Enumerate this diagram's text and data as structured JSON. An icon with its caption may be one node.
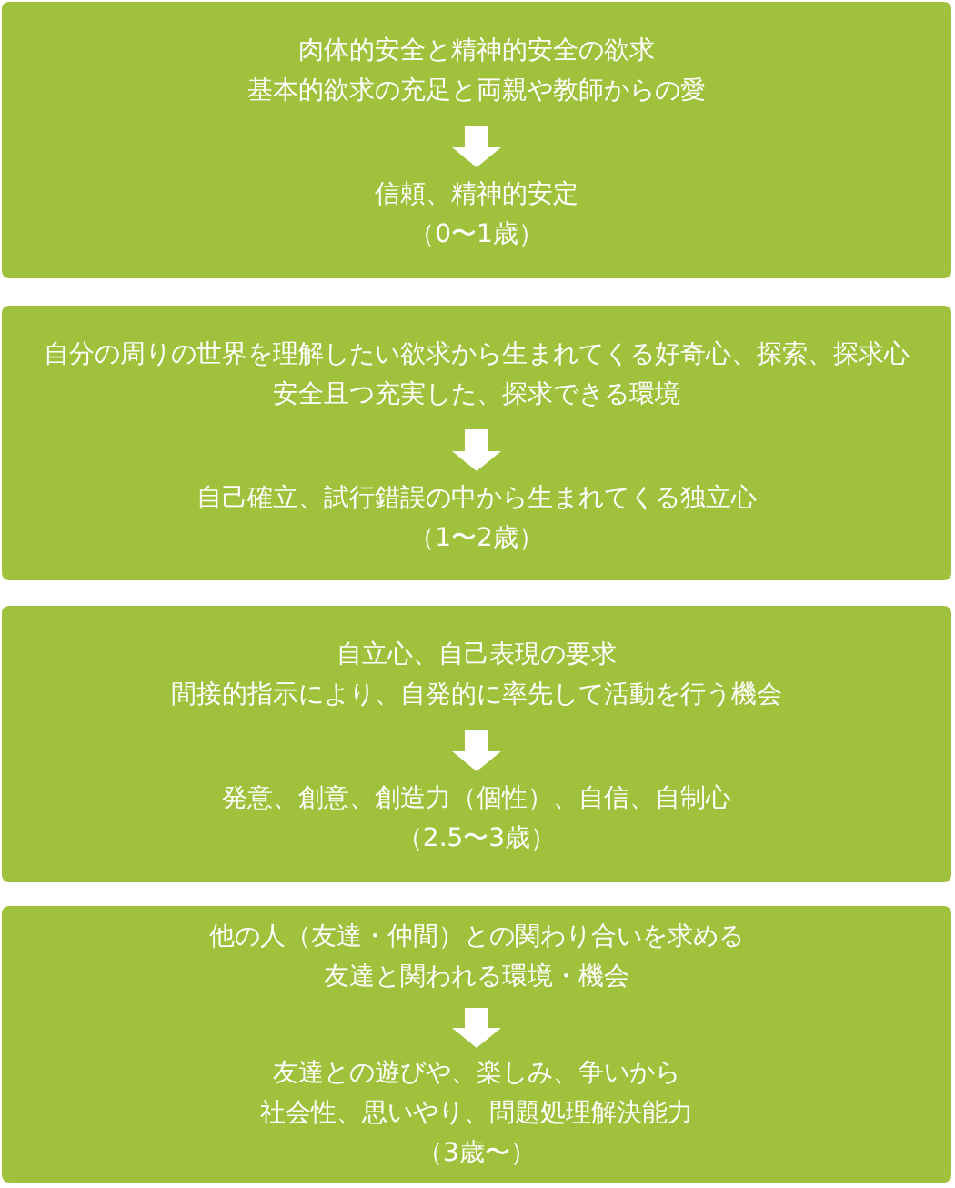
{
  "diagram": {
    "nodes": [
      {
        "text": [],
        "shape": "box"
      },
      {
        "text": [
          "肉体的安全と精神的安全の欲求",
          "基本的欲求の充足と両親や教師からの愛"
        ],
        "in": 0
      },
      {
        "text": [
          "信頼、精神的安定",
          "（0〜1歳）"
        ],
        "in": 0
      },
      {
        "text": [],
        "shape": "box"
      },
      {
        "text": [
          "自分の周りの世界を理解したい欲求から生まれてくる好奇心、探索、探求心",
          "安全且つ充実した、探求できる環境"
        ],
        "in": 3
      },
      {
        "text": [
          "自己確立、試行錯誤の中から生まれてくる独立心",
          "（1〜2歳）"
        ],
        "in": 3
      },
      {
        "text": [],
        "shape": "box"
      },
      {
        "text": [
          "自立心、自己表現の要求",
          "間接的指示により、自発的に率先して活動を行う機会"
        ],
        "in": 6
      },
      {
        "text": [
          "発意、創意、創造力（個性）、自信、自制心",
          "（2.5〜3歳）"
        ],
        "in": 6
      },
      {
        "text": [],
        "shape": "box"
      },
      {
        "text": [
          "他の人（友達・仲間）との関わり合いを求める",
          "友達と関われる環境・機会"
        ],
        "in": 9
      },
      {
        "text": [
          "友達との遊びや、楽しみ、争いから",
          "社会性、思いやり、問題処理解決能力",
          "（3歳〜）"
        ],
        "in": 9
      }
    ],
    "edges": [
      {
        "from": 1,
        "to": 2,
        "arrow": "to"
      },
      {
        "from": 4,
        "to": 5,
        "arrow": "to"
      },
      {
        "from": 7,
        "to": 8,
        "arrow": "to"
      },
      {
        "from": 10,
        "to": 11,
        "arrow": "to"
      }
    ]
  }
}
